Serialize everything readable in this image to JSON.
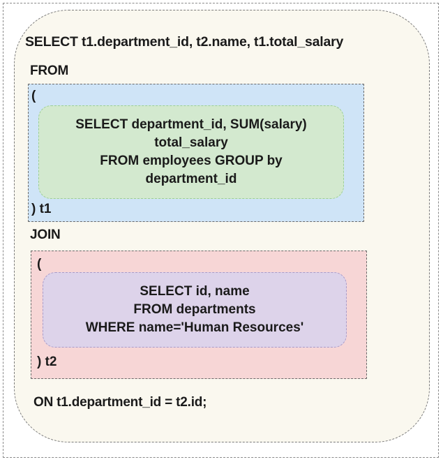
{
  "query": {
    "select_line": "SELECT t1.department_id, t2.name, t1.total_salary",
    "from_keyword": "FROM",
    "join_keyword": "JOIN",
    "on_line": "ON t1.department_id = t2.id;"
  },
  "subquery_t1": {
    "open_paren": "(",
    "close_alias": ") t1",
    "lines": [
      "SELECT department_id, SUM(salary)",
      "total_salary",
      "FROM employees GROUP by",
      "department_id"
    ]
  },
  "subquery_t2": {
    "open_paren": "(",
    "close_alias": ") t2",
    "lines": [
      "SELECT id, name",
      "FROM departments",
      "WHERE name='Human Resources'"
    ]
  },
  "colors": {
    "outer_fill": "#faf8ef",
    "t1_box_fill": "#cfe4f7",
    "t1_inner_fill": "#d3e9cf",
    "t2_box_fill": "#f7d6d6",
    "t2_inner_fill": "#ddd3ea"
  }
}
